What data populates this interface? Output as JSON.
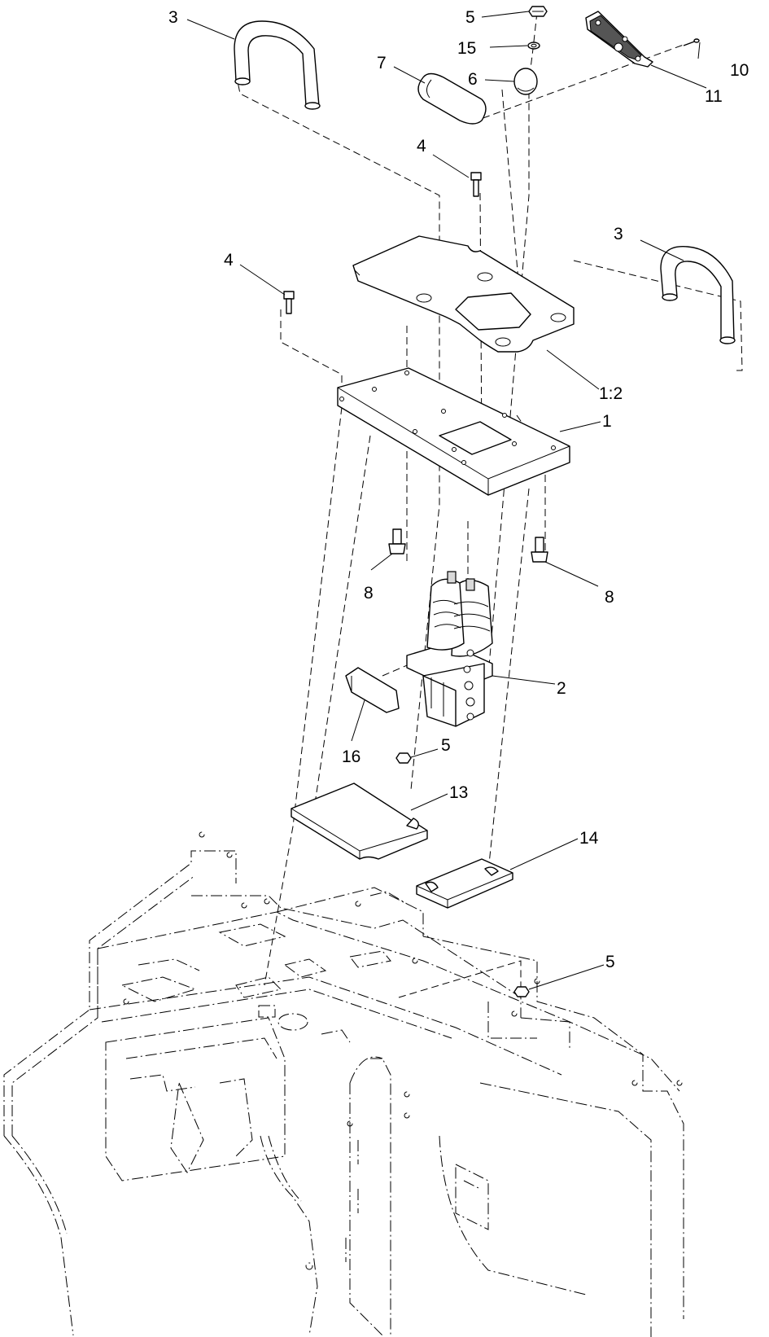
{
  "callouts": [
    {
      "id": "c-3a",
      "text": "3"
    },
    {
      "id": "c-5a",
      "text": "5"
    },
    {
      "id": "c-15",
      "text": "15"
    },
    {
      "id": "c-7",
      "text": "7"
    },
    {
      "id": "c-6",
      "text": "6"
    },
    {
      "id": "c-10",
      "text": "10"
    },
    {
      "id": "c-11",
      "text": "11"
    },
    {
      "id": "c-4a",
      "text": "4"
    },
    {
      "id": "c-3b",
      "text": "3"
    },
    {
      "id": "c-4b",
      "text": "4"
    },
    {
      "id": "c-1-2",
      "text": "1:2"
    },
    {
      "id": "c-1",
      "text": "1"
    },
    {
      "id": "c-8a",
      "text": "8"
    },
    {
      "id": "c-8b",
      "text": "8"
    },
    {
      "id": "c-2",
      "text": "2"
    },
    {
      "id": "c-16",
      "text": "16"
    },
    {
      "id": "c-5b",
      "text": "5"
    },
    {
      "id": "c-13",
      "text": "13"
    },
    {
      "id": "c-14",
      "text": "14"
    },
    {
      "id": "c-5c",
      "text": "5"
    }
  ]
}
